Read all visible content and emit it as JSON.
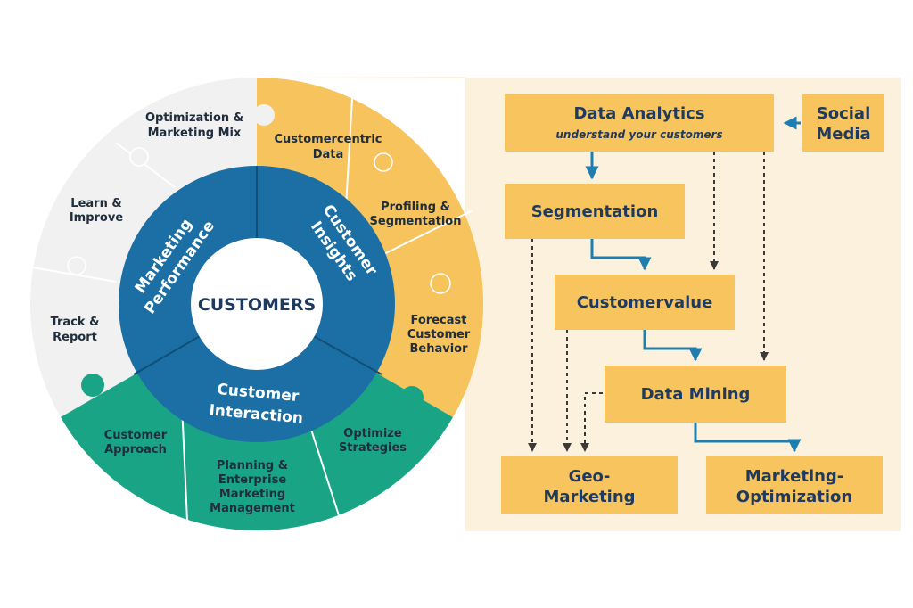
{
  "center": "CUSTOMERS",
  "ring": {
    "performance": {
      "line1": "Marketing",
      "line2": "Performance"
    },
    "insights": {
      "line1": "Customer",
      "line2": "Insights"
    },
    "interaction": {
      "line1": "Customer",
      "line2": "Interaction"
    }
  },
  "segments": {
    "optimization": [
      "Optimization &",
      "Marketing Mix"
    ],
    "learn": [
      "Learn &",
      "Improve"
    ],
    "track": [
      "Track &",
      "Report"
    ],
    "customercentric": [
      "Customercentric",
      "Data"
    ],
    "profiling": [
      "Profiling &",
      "Segmentation"
    ],
    "forecast": [
      "Forecast",
      "Customer",
      "Behavior"
    ],
    "optimize": [
      "Optimize",
      "Strategies"
    ],
    "planning": [
      "Planning &",
      "Enterprise",
      "Marketing",
      "Management"
    ],
    "approach": [
      "Customer",
      "Approach"
    ]
  },
  "flow": {
    "data_analytics": {
      "title": "Data Analytics",
      "subtitle": "understand your customers"
    },
    "social_media": [
      "Social",
      "Media"
    ],
    "segmentation": "Segmentation",
    "customervalue": "Customervalue",
    "data_mining": "Data Mining",
    "geo_marketing": [
      "Geo-",
      "Marketing"
    ],
    "marketing_optimization": [
      "Marketing-",
      "Optimization"
    ]
  },
  "colors": {
    "blue_ring": "#1b6fa5",
    "gray": "#f0f1f0",
    "yellow": "#f6c35c",
    "green": "#1aa486",
    "box": "#f7c45e",
    "panel": "#fcf1dc",
    "arrow": "#1f7eb0",
    "dash": "#3a3a3a"
  }
}
